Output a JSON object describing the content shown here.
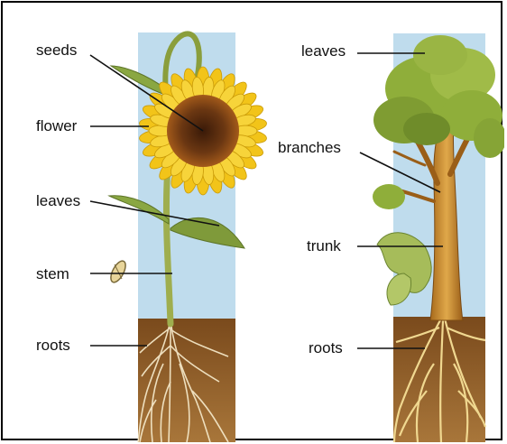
{
  "sunflower": {
    "labels": {
      "seeds": "seeds",
      "flower": "flower",
      "leaves": "leaves",
      "stem": "stem",
      "roots": "roots"
    }
  },
  "tree": {
    "labels": {
      "leaves": "leaves",
      "branches": "branches",
      "trunk": "trunk",
      "roots": "roots"
    }
  },
  "colors": {
    "sky": "#bfdced",
    "soil": "#8a5a24",
    "root": "#f3e6c6",
    "petal": "#f2c419",
    "seed_disc": "#6b3712",
    "foliage": "#8fae3a",
    "bark": "#c98a2c",
    "stem": "#9fae4e"
  }
}
